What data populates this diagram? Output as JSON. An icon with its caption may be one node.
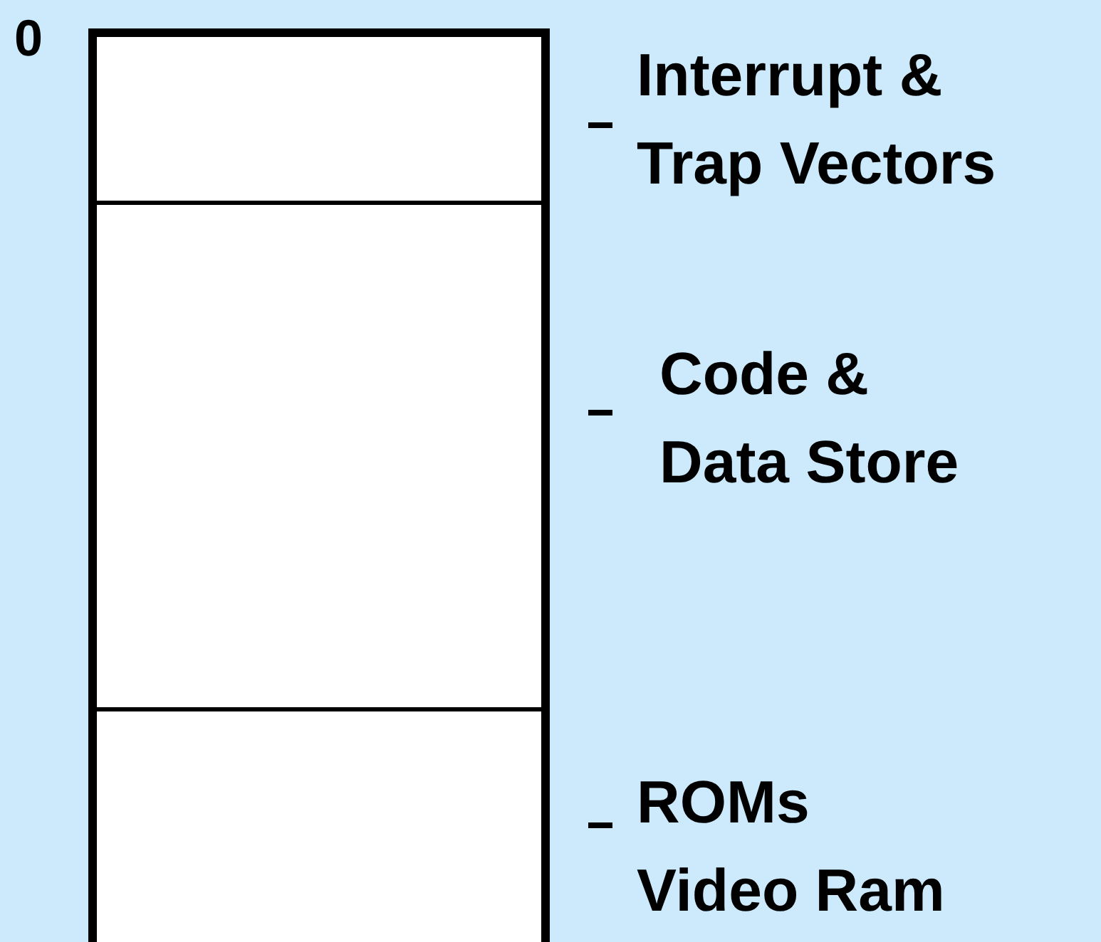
{
  "diagram": {
    "nodes": [
      {
        "text": [],
        "shape": "box",
        "beside": [
          "Interrupt & Trap Vectors"
        ]
      },
      {
        "text": [],
        "shape": "box",
        "beside": [
          "Code & Data Store"
        ]
      },
      {
        "text": [],
        "shape": "box",
        "beside": [
          "ROMs Video Ram"
        ]
      }
    ],
    "edges": [],
    "labels": [
      "0"
    ]
  }
}
